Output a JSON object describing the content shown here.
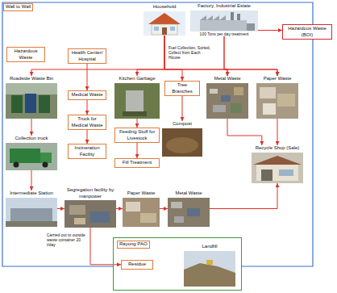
{
  "diagram": {
    "nodes": [
      {
        "text": [
          "Wall to Wall"
        ]
      },
      {
        "text": [
          "Household"
        ],
        "in": 0
      },
      {
        "text": [
          "Factory, Industrial Estate",
          "100 Tons per day treatment"
        ],
        "in": 0
      },
      {
        "text": [
          "Hazardous Waste (BOI)"
        ]
      },
      {
        "text": [
          "Hazardous Waste"
        ],
        "in": 0
      },
      {
        "text": [
          "Health Center/ Hospital"
        ],
        "in": 0
      },
      {
        "text": [
          "Roadside Waste Bin"
        ],
        "in": 0
      },
      {
        "text": [
          "Medical Waste"
        ],
        "in": 0
      },
      {
        "text": [
          "Kitchen Garbage"
        ],
        "in": 0
      },
      {
        "text": [
          "Tree Branches"
        ],
        "in": 0
      },
      {
        "text": [
          "Metal Waste"
        ],
        "in": 0
      },
      {
        "text": [
          "Paper Waste"
        ],
        "in": 0
      },
      {
        "text": [
          "Truck for Medical Waste"
        ],
        "in": 0
      },
      {
        "text": [
          "Feeding Stuff for Livestock"
        ],
        "in": 0
      },
      {
        "text": [
          "Compost"
        ],
        "in": 0
      },
      {
        "text": [
          "Incineration Facility"
        ],
        "in": 0
      },
      {
        "text": [
          "Fill Treatment"
        ],
        "in": 0
      },
      {
        "text": [
          "Recycle Shop (Sale)"
        ],
        "in": 0
      },
      {
        "text": [
          "Collection truck"
        ],
        "in": 0
      },
      {
        "text": [
          "Intermediate Station"
        ],
        "in": 0
      },
      {
        "text": [
          "Segregation facility by manpower"
        ],
        "in": 0
      },
      {
        "text": [
          "Paper Waste"
        ],
        "in": 0
      },
      {
        "text": [
          "Metal Waste"
        ],
        "in": 0
      },
      {
        "text": [
          "Rayong PAO"
        ]
      },
      {
        "text": [
          "Residue"
        ],
        "in": 23
      },
      {
        "text": [
          "Landfill"
        ],
        "in": 23
      }
    ],
    "edges": [
      {
        "from": 2,
        "to": 3,
        "arrow": "to"
      },
      {
        "from": 1,
        "to": 6,
        "arrow": "to"
      },
      {
        "from": 1,
        "to": 8,
        "arrow": "to"
      },
      {
        "from": 1,
        "to": 9,
        "arrow": "to"
      },
      {
        "from": 1,
        "to": 10,
        "arrow": "to"
      },
      {
        "from": 1,
        "to": 11,
        "arrow": "to"
      },
      {
        "from": 2,
        "to": 10,
        "arrow": "to"
      },
      {
        "from": 2,
        "to": 11,
        "arrow": "to"
      },
      {
        "from": 5,
        "to": 7,
        "arrow": "to"
      },
      {
        "from": 7,
        "to": 12,
        "arrow": "to"
      },
      {
        "from": 12,
        "to": 15,
        "arrow": "to"
      },
      {
        "from": 8,
        "to": 13,
        "arrow": "to"
      },
      {
        "from": 13,
        "to": 16,
        "arrow": "to"
      },
      {
        "from": 9,
        "to": 14,
        "arrow": "to"
      },
      {
        "from": 10,
        "to": 17,
        "arrow": "to"
      },
      {
        "from": 11,
        "to": 17,
        "arrow": "to"
      },
      {
        "from": 6,
        "to": 18,
        "arrow": "to"
      },
      {
        "from": 18,
        "to": 19,
        "arrow": "to"
      },
      {
        "from": 19,
        "to": 20,
        "arrow": "to"
      },
      {
        "from": 20,
        "to": 21,
        "arrow": "to"
      },
      {
        "from": 21,
        "to": 22,
        "arrow": "to"
      },
      {
        "from": 22,
        "to": 17,
        "arrow": "to"
      },
      {
        "from": 20,
        "to": 24,
        "arrow": "to"
      }
    ],
    "labels": [
      "Fuel Collection, Sorted, Collect from Each House",
      "Carried out to outside waste container 20 t/day"
    ]
  }
}
